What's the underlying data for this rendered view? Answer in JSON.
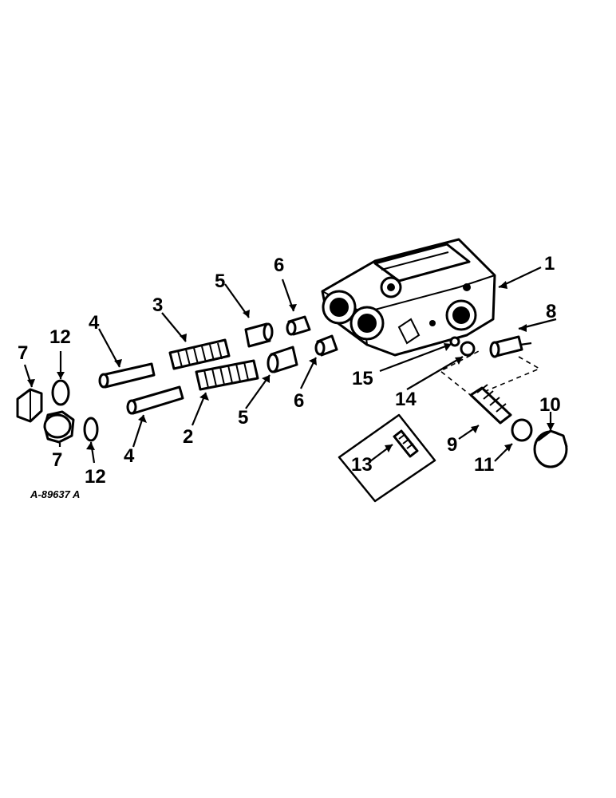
{
  "drawing_code": "A-89637 A",
  "callouts": [
    {
      "id": "c1",
      "text": "1"
    },
    {
      "id": "c2",
      "text": "2"
    },
    {
      "id": "c3",
      "text": "3"
    },
    {
      "id": "c4a",
      "text": "4"
    },
    {
      "id": "c4b",
      "text": "4"
    },
    {
      "id": "c5a",
      "text": "5"
    },
    {
      "id": "c5b",
      "text": "5"
    },
    {
      "id": "c6a",
      "text": "6"
    },
    {
      "id": "c6b",
      "text": "6"
    },
    {
      "id": "c7a",
      "text": "7"
    },
    {
      "id": "c7b",
      "text": "7"
    },
    {
      "id": "c8",
      "text": "8"
    },
    {
      "id": "c9",
      "text": "9"
    },
    {
      "id": "c10",
      "text": "10"
    },
    {
      "id": "c11",
      "text": "11"
    },
    {
      "id": "c12a",
      "text": "12"
    },
    {
      "id": "c12b",
      "text": "12"
    },
    {
      "id": "c13",
      "text": "13"
    },
    {
      "id": "c14",
      "text": "14"
    },
    {
      "id": "c15",
      "text": "15"
    }
  ]
}
